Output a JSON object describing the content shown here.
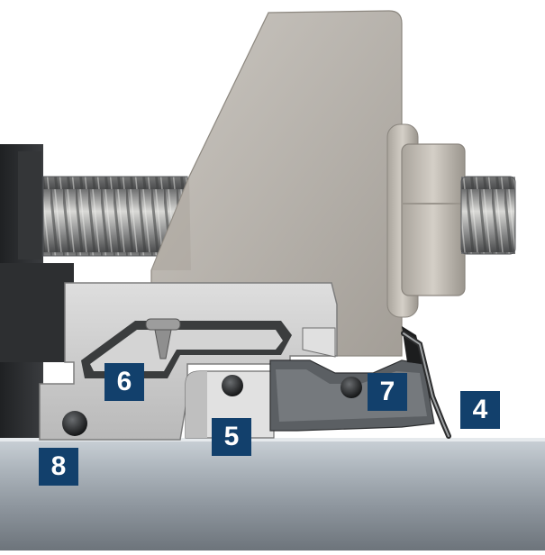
{
  "diagram": {
    "palette": {
      "shaft": "#9aa3ab",
      "dark_housing": "#2a2c2e",
      "bracket": "#b9b4ad",
      "gland": "#cfcfcf",
      "rotary_face": "#5f6367",
      "label_bg": "#12406c",
      "label_text": "#ffffff"
    },
    "labels": [
      {
        "id": "6",
        "text": "6"
      },
      {
        "id": "7",
        "text": "7"
      },
      {
        "id": "4",
        "text": "4"
      },
      {
        "id": "5",
        "text": "5"
      },
      {
        "id": "8",
        "text": "8"
      }
    ]
  }
}
